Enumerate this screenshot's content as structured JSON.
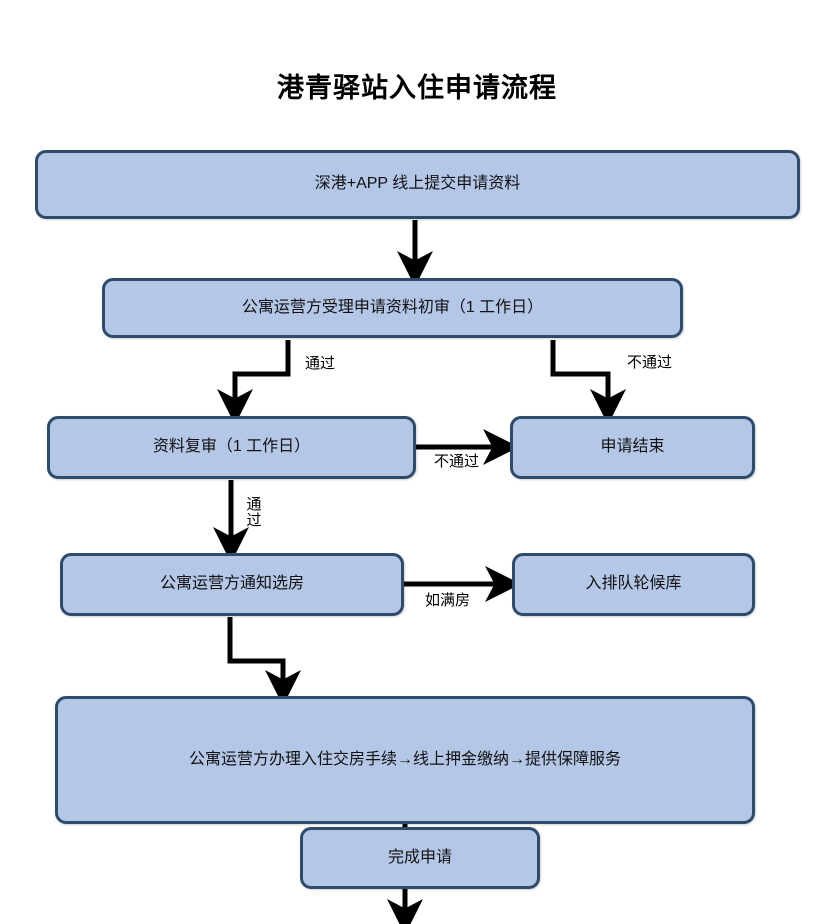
{
  "title": "港青驿站入住申请流程",
  "colors": {
    "node_fill": "#b4c7e7",
    "node_border": "#2e4b6e",
    "connector": "#000000",
    "text": "#111111",
    "background": "#ffffff"
  },
  "nodes": {
    "submit": "深港+APP 线上提交申请资料",
    "initial_review": "公寓运营方受理申请资料初审（1 工作日）",
    "second_review": "资料复审（1 工作日）",
    "application_end": "申请结束",
    "notify_room_selection": "公寓运营方通知选房",
    "waiting_list": "入排队轮候库",
    "checkin_procedures": "公寓运营方办理入住交房手续→线上押金缴纳→提供保障服务",
    "complete": "完成申请"
  },
  "edge_labels": {
    "pass_1": "通过",
    "fail_1": "不通过",
    "fail_2": "不通过",
    "pass_2": "通过",
    "room_full": "如满房"
  }
}
